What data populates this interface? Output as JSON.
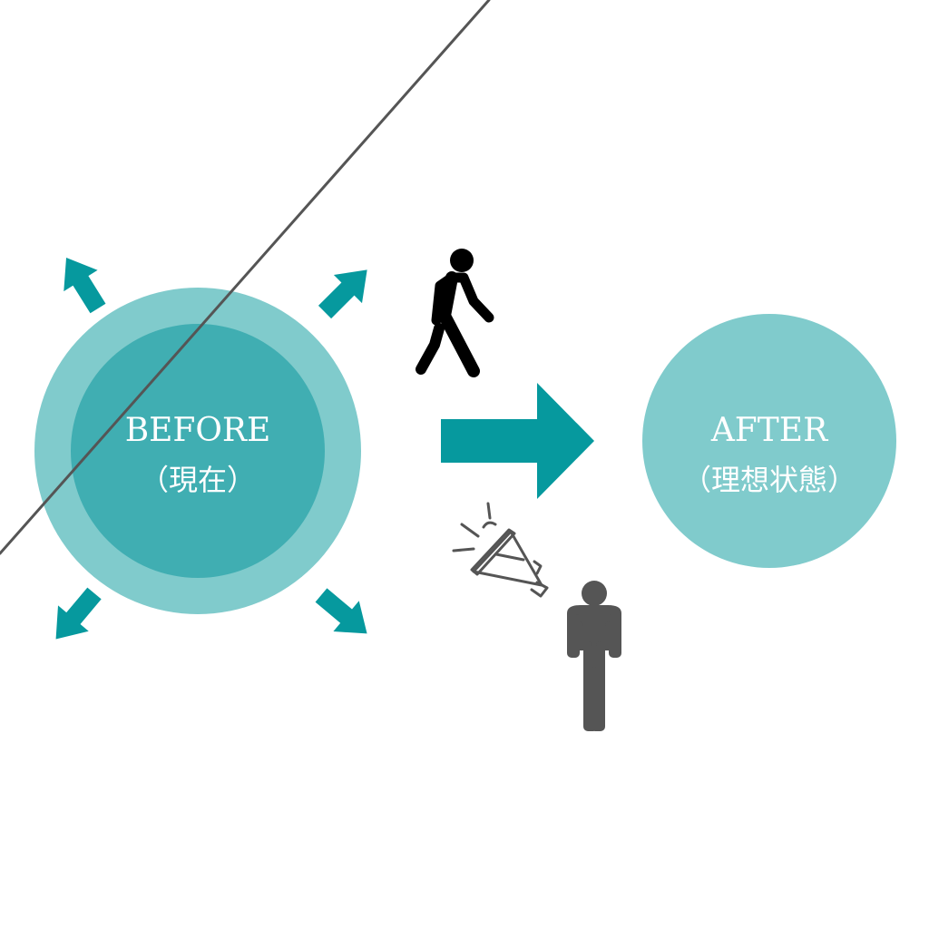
{
  "before": {
    "title": "BEFORE",
    "subtitle": "（現在）"
  },
  "after": {
    "title": "AFTER",
    "subtitle": "（理想状態）"
  },
  "icons": [
    "walking-person-icon",
    "megaphone-icon",
    "standing-person-icon",
    "expand-arrow-icon",
    "right-arrow-icon"
  ],
  "colors": {
    "outer": "#80CBCC",
    "inner": "#40AEB2",
    "arrow": "#06999E",
    "walker": "#000000",
    "person": "#555555"
  }
}
